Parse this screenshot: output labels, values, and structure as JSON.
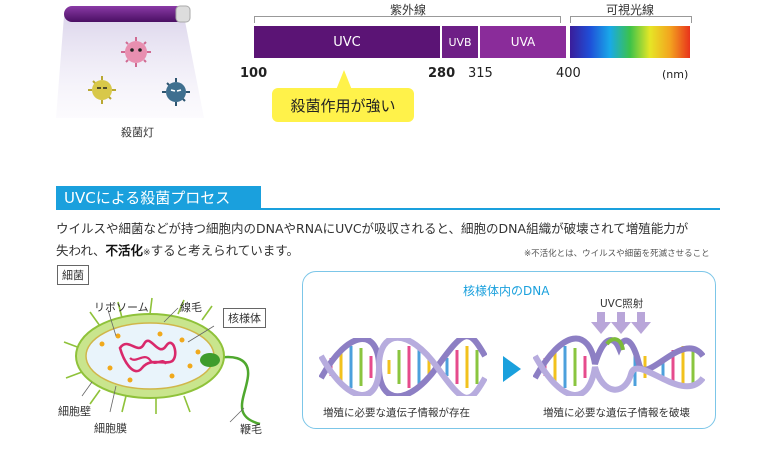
{
  "lamp": {
    "caption": "殺菌灯"
  },
  "spectrum": {
    "uv_label": "紫外線",
    "visible_label": "可視光線",
    "bands": [
      "UVC",
      "UVB",
      "UVA"
    ],
    "ticks": [
      "100",
      "280",
      "315",
      "400"
    ],
    "unit": "(nm)",
    "callout": "殺菌作用が強い",
    "colors": {
      "uvc": "#5b1475",
      "uvb": "#6e1f86",
      "uva": "#8a2c9a"
    }
  },
  "process": {
    "heading": "UVCによる殺菌プロセス",
    "line1": "ウイルスや細菌などが持つ細胞内のDNAやRNAにUVCが吸収されると、細胞のDNA組織が破壊されて増殖能力が",
    "line2_pre": "失われ、",
    "line2_bold": "不活化",
    "line2_mark": "※",
    "line2_post": "すると考えられています。",
    "note": "※不活化とは、ウイルスや細菌を死滅させること",
    "accent": "#1aa0dd"
  },
  "bacteria": {
    "tag": "細菌",
    "labels": {
      "ribosome": "リボソーム",
      "pili": "線毛",
      "nucleoid": "核様体",
      "cell_wall": "細胞壁",
      "cell_membrane": "細胞膜",
      "flagellum": "鞭毛"
    }
  },
  "dna": {
    "title": "核様体内のDNA",
    "uvc_label": "UVC照射",
    "caption_left": "増殖に必要な遺伝子情報が存在",
    "caption_right": "増殖に必要な遺伝子情報を破壊"
  }
}
